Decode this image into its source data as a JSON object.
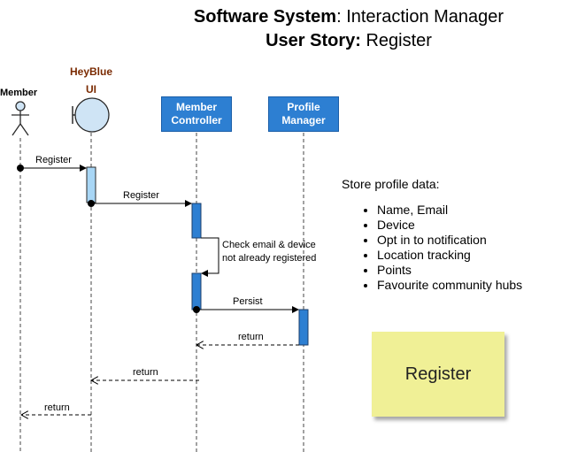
{
  "title": {
    "line1_bold": "Software System",
    "line1_rest": ": Interaction Manager",
    "line2_bold": "User Story:",
    "line2_rest": " Register"
  },
  "participants": {
    "actor": "Member",
    "boundary_line1": "HeyBlue",
    "boundary_line2": "UI",
    "controller_line1": "Member",
    "controller_line2": "Controller",
    "manager_line1": "Profile",
    "manager_line2": "Manager"
  },
  "messages": {
    "m1": "Register",
    "m2": "Register",
    "self_line1": "Check email & device",
    "self_line2": "not already registered",
    "m3": "Persist",
    "r1": "return",
    "r2": "return",
    "r3": "return"
  },
  "notes": {
    "heading": "Store profile data:",
    "items": [
      "Name, Email",
      "Device",
      "Opt in to notification",
      "Location tracking",
      "Points",
      "Favourite community hubs"
    ]
  },
  "sticky": {
    "label": "Register"
  },
  "colors": {
    "accent": "#2d7fd2",
    "sticky": "#f0f096",
    "boundary": "#cfe4f5"
  }
}
